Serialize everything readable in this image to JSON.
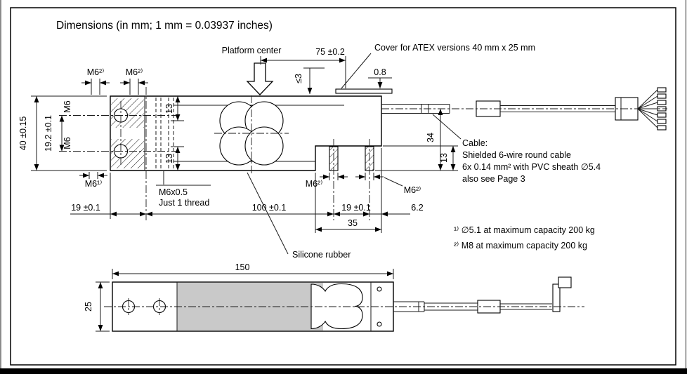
{
  "labels": {
    "title": "Dimensions (in mm; 1 mm = 0.03937 inches)",
    "platform_center": "Platform center",
    "cover_atex": "Cover for ATEX versions 40 mm x 25 mm",
    "silicone_rubber": "Silicone rubber",
    "thread_note_1": "M6x0.5",
    "thread_note_2": "Just 1 thread"
  },
  "dims": {
    "d75": "75 ±0.2",
    "d08": "0.8",
    "dmax3": "≤3",
    "d40": "40 ±0.15",
    "d192": "19.2 ±0.1",
    "d13_top": "13",
    "d13_bottom": "13",
    "d34": "34",
    "d13_right": "13",
    "d19_left": "19 ±0.1",
    "d100": "100 ±0.1",
    "d19_right": "19 ±0.1",
    "d62": "6.2",
    "d35": "35",
    "d150": "150",
    "d25": "25"
  },
  "threads": {
    "m6_top_left": "M6²⁾",
    "m6_top_right": "M6²⁾",
    "m6_side_upper": "M6",
    "m6_side_lower": "M6",
    "m6_bottom_left": "M6¹⁾",
    "m6_mid": "M6²⁾",
    "m6_far_right": "M6²⁾"
  },
  "cable_note": {
    "l1": "Cable:",
    "l2": "Shielded 6-wire round cable",
    "l3": "6x 0.14 mm² with PVC sheath ∅5.4",
    "l4": "also see Page 3"
  },
  "footnotes": {
    "f1": "¹⁾ ∅5.1 at maximum capacity 200 kg",
    "f2": "²⁾ M8 at maximum capacity 200 kg"
  }
}
